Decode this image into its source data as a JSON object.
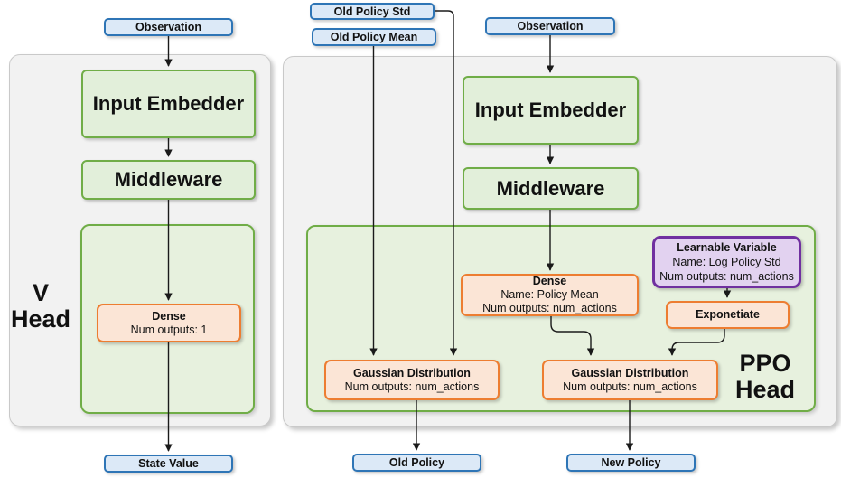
{
  "diagram": {
    "v_head": {
      "label_line1": "V",
      "label_line2": "Head",
      "observation": "Observation",
      "input_embedder": "Input Embedder",
      "middleware": "Middleware",
      "dense": {
        "title": "Dense",
        "num_outputs": "Num outputs: 1"
      },
      "state_value": "State Value"
    },
    "ppo_head": {
      "label_line1": "PPO",
      "label_line2": "Head",
      "old_policy_std": "Old Policy Std",
      "old_policy_mean": "Old Policy Mean",
      "observation": "Observation",
      "input_embedder": "Input Embedder",
      "middleware": "Middleware",
      "dense": {
        "title": "Dense",
        "name": "Name: Policy Mean",
        "num_outputs": "Num outputs: num_actions"
      },
      "learnable_variable": {
        "title": "Learnable Variable",
        "name": "Name: Log Policy Std",
        "num_outputs": "Num outputs: num_actions"
      },
      "exponetiate": "Exponetiate",
      "gaussian_old": {
        "title": "Gaussian Distribution",
        "num_outputs": "Num outputs: num_actions"
      },
      "gaussian_new": {
        "title": "Gaussian Distribution",
        "num_outputs": "Num outputs: num_actions"
      },
      "old_policy": "Old Policy",
      "new_policy": "New Policy"
    },
    "colors": {
      "blue_fill": "#dce9f7",
      "blue_border": "#2e75b6",
      "green_fill": "#e2efda",
      "green_border": "#70ad47",
      "orange_fill": "#fbe5d6",
      "orange_border": "#ed7d31",
      "purple_fill": "#e2d2f0",
      "purple_border": "#7030a0",
      "panel_fill": "#f2f2f2",
      "panel_border": "#c9c9c9",
      "arrow": "#1a1a1a"
    }
  }
}
